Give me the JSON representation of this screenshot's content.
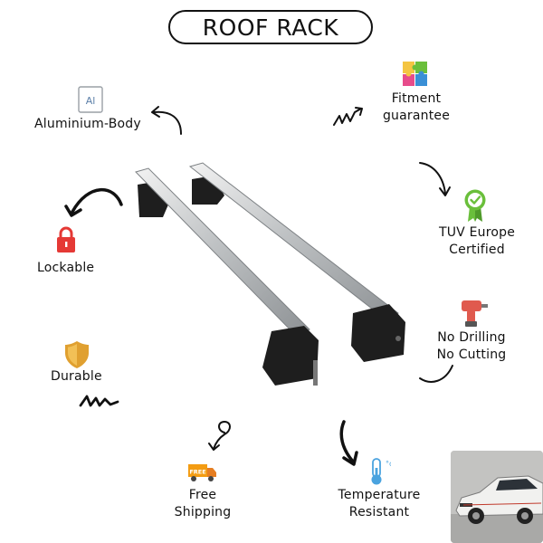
{
  "title": "ROOF RACK",
  "features": {
    "aluminium": {
      "label": "Aluminium-Body",
      "icon": "aluminium-element-icon",
      "icon_text": "Al"
    },
    "fitment": {
      "line1": "Fitment",
      "line2": "guarantee",
      "icon": "puzzle-icon"
    },
    "lockable": {
      "label": "Lockable",
      "icon": "padlock-icon"
    },
    "tuv": {
      "line1": "TUV Europe",
      "line2": "Certified",
      "icon": "certified-badge-icon"
    },
    "no_drilling": {
      "line1": "No Drilling",
      "line2": "No Cutting",
      "icon": "drill-icon"
    },
    "durable": {
      "label": "Durable",
      "icon": "shield-icon"
    },
    "shipping": {
      "line1": "Free",
      "line2": "Shipping",
      "icon": "truck-icon",
      "icon_text": "FREE"
    },
    "temperature": {
      "line1": "Temperature",
      "line2": "Resistant",
      "icon": "thermometer-icon"
    }
  },
  "colors": {
    "lock_red": "#e53935",
    "shield_gold": "#e0a030",
    "badge_green": "#6abf3b",
    "drill_red": "#e05a4e",
    "truck_orange": "#f39c12",
    "thermo_blue": "#4aa3df"
  }
}
